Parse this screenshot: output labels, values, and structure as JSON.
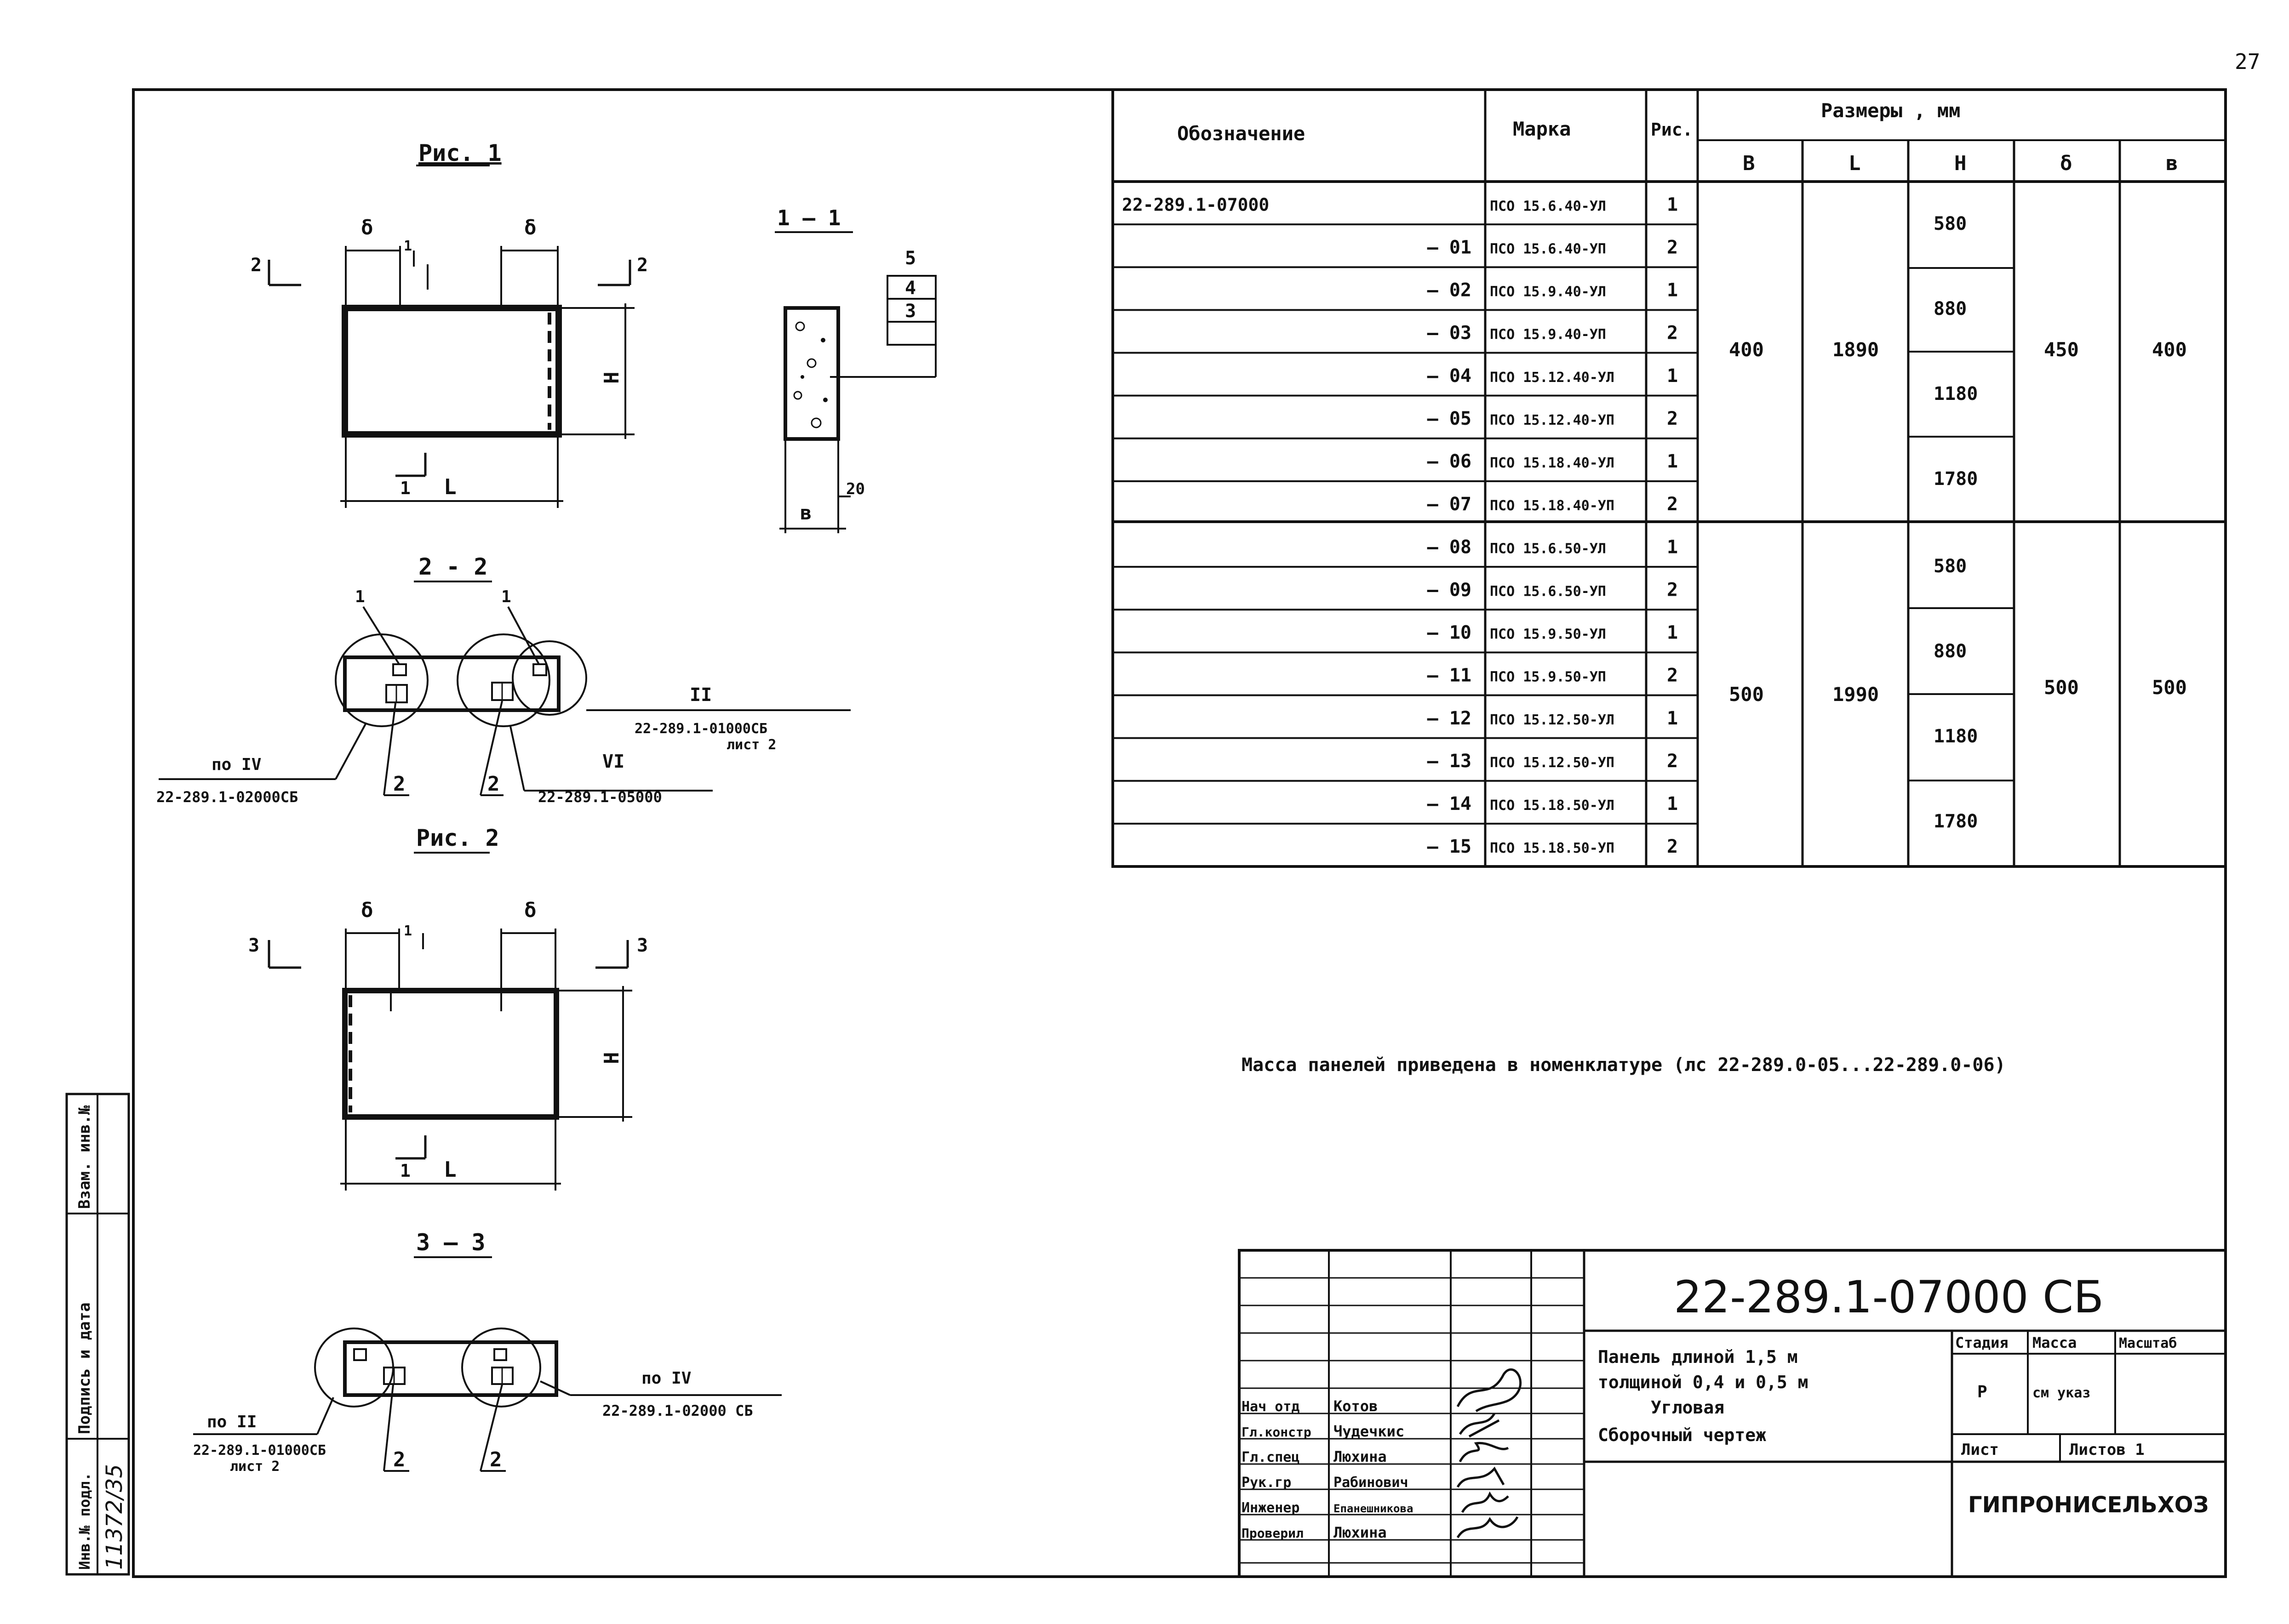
{
  "page_number": "27",
  "table": {
    "headers": {
      "designation": "Обозначение",
      "mark": "Марка",
      "fig": "Рис.",
      "sizes": "Размеры , мм",
      "B": "В",
      "L": "L",
      "H": "Н",
      "delta": "δ",
      "b": "в"
    },
    "rows": [
      {
        "designation": "22-289.1-07000",
        "mark": "ПСО 15.6.40-УЛ",
        "fig": "1"
      },
      {
        "designation": "— 01",
        "mark": "ПСО 15.6.40-УП",
        "fig": "2"
      },
      {
        "designation": "— 02",
        "mark": "ПСО 15.9.40-УЛ",
        "fig": "1"
      },
      {
        "designation": "— 03",
        "mark": "ПСО 15.9.40-УП",
        "fig": "2"
      },
      {
        "designation": "— 04",
        "mark": "ПСО 15.12.40-УЛ",
        "fig": "1"
      },
      {
        "designation": "— 05",
        "mark": "ПСО 15.12.40-УП",
        "fig": "2"
      },
      {
        "designation": "— 06",
        "mark": "ПСО 15.18.40-УЛ",
        "fig": "1"
      },
      {
        "designation": "— 07",
        "mark": "ПСО 15.18.40-УП",
        "fig": "2"
      },
      {
        "designation": "— 08",
        "mark": "ПСО 15.6.50-УЛ",
        "fig": "1"
      },
      {
        "designation": "— 09",
        "mark": "ПСО 15.6.50-УП",
        "fig": "2"
      },
      {
        "designation": "— 10",
        "mark": "ПСО 15.9.50-УЛ",
        "fig": "1"
      },
      {
        "designation": "— 11",
        "mark": "ПСО 15.9.50-УП",
        "fig": "2"
      },
      {
        "designation": "— 12",
        "mark": "ПСО 15.12.50-УЛ",
        "fig": "1"
      },
      {
        "designation": "— 13",
        "mark": "ПСО 15.12.50-УП",
        "fig": "2"
      },
      {
        "designation": "— 14",
        "mark": "ПСО 15.18.50-УЛ",
        "fig": "1"
      },
      {
        "designation": "— 15",
        "mark": "ПСО 15.18.50-УП",
        "fig": "2"
      }
    ],
    "group1": {
      "B": "400",
      "L": "1890",
      "delta": "450",
      "b": "400"
    },
    "group2": {
      "B": "500",
      "L": "1990",
      "delta": "500",
      "b": "500"
    },
    "H_values": [
      "580",
      "880",
      "1180",
      "1780",
      "580",
      "880",
      "1180",
      "1780"
    ]
  },
  "note": "Масса панелей приведена в номенклатуре (лс 22-289.0-05...22-289.0-06)",
  "fig1": {
    "title": "Рис. 1",
    "delta1": "δ",
    "delta2": "δ",
    "one": "1",
    "cut_left": "2",
    "cut_right": "2",
    "H": "Н",
    "L": "L",
    "section_mark": "1",
    "section_title": "1 — 1",
    "layers": [
      "5",
      "4",
      "3"
    ],
    "b": "в",
    "dim20": "20"
  },
  "section22": {
    "title": "2 - 2",
    "pos1a": "1",
    "pos1b": "1",
    "pos2a": "2",
    "pos2b": "2",
    "ref_left_mark": "по IV",
    "ref_left": "22-289.1-02000СБ",
    "ref_mid_mark": "VI",
    "ref_mid": "22-289.1-05000",
    "ref_right_mark": "II",
    "ref_right": "22-289.1-01000СБ",
    "ref_right_sheet": "лист 2"
  },
  "fig2": {
    "title": "Рис. 2",
    "delta1": "δ",
    "delta2": "δ",
    "one": "1",
    "cut_left": "3",
    "cut_right": "3",
    "H": "Н",
    "L": "L",
    "section_mark": "1"
  },
  "section33": {
    "title": "3 — 3",
    "pos2a": "2",
    "pos2b": "2",
    "ref_left_mark": "по II",
    "ref_left": "22-289.1-01000СБ",
    "ref_left_sheet": "лист 2",
    "ref_right_mark": "по IV",
    "ref_right": "22-289.1-02000 СБ"
  },
  "side_stamp": {
    "inv_podl": "Инв.№ подл.",
    "podpis": "Подпись и дата",
    "vzam": "Взам. инв.№",
    "number": "11372/35"
  },
  "title_block": {
    "code": "22-289.1-07000 СБ",
    "desc1": "Панель длиной 1,5 м",
    "desc2": "толщиной 0,4 и 0,5 м",
    "desc3": "Угловая",
    "desc4": "Сборочный чертеж",
    "stage_h": "Стадия",
    "mass_h": "Масса",
    "scale_h": "Масштаб",
    "stage": "Р",
    "mass": "см указ",
    "sheet": "Лист",
    "sheets": "Листов 1",
    "org": "ГИПРОНИСЕЛЬХОЗ",
    "people": [
      {
        "role": "Нач отд",
        "name": "Котов"
      },
      {
        "role": "Гл.констр",
        "name": "Чудечкис"
      },
      {
        "role": "Гл.спец",
        "name": "Люхина"
      },
      {
        "role": "Рук.гр",
        "name": "Рабинович"
      },
      {
        "role": "Инженер",
        "name": "Епанешникова"
      },
      {
        "role": "Проверил",
        "name": "Люхина"
      }
    ]
  }
}
